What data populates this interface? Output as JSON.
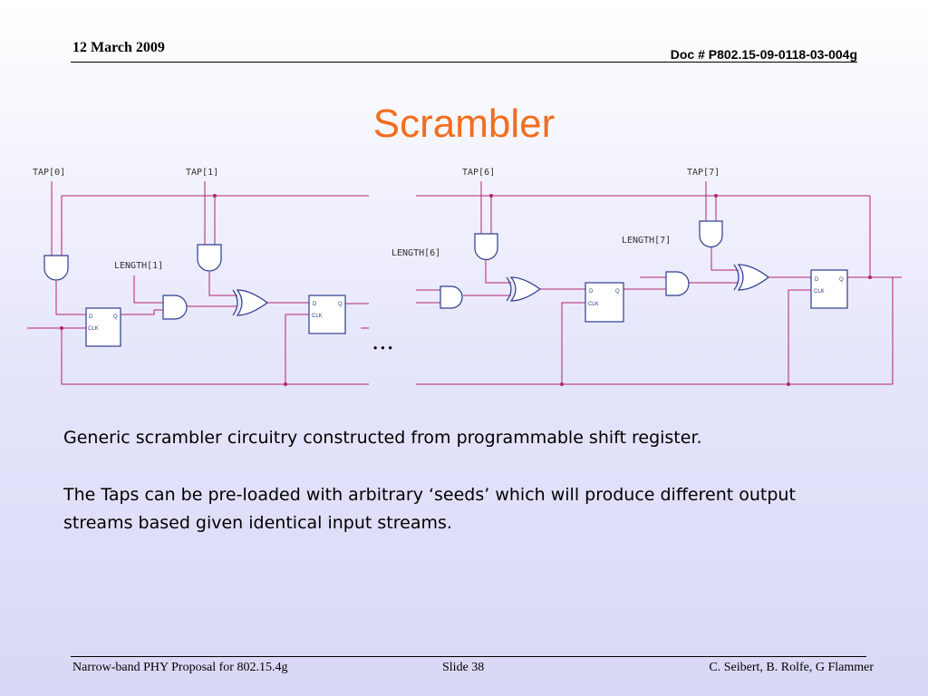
{
  "header": {
    "date": "12 March 2009",
    "doc": "Doc # P802.15-09-0118-03-004g"
  },
  "title": "Scrambler",
  "diagram": {
    "labels": {
      "tap0": "TAP[0]",
      "tap1": "TAP[1]",
      "tap6": "TAP[6]",
      "tap7": "TAP[7]",
      "length1": "LENGTH[1]",
      "length6": "LENGTH[6]",
      "length7": "LENGTH[7]"
    },
    "ellipsis": "...",
    "ff_labels": {
      "d": "D",
      "q": "Q",
      "clk": "CLK"
    },
    "colors": {
      "wire": "#b3246f",
      "gate": "#2c3d8f",
      "dot": "#b3246f"
    }
  },
  "body": {
    "p1": "Generic scrambler circuitry constructed from programmable shift register.",
    "p2": "The Taps can be pre-loaded with arbitrary ‘seeds’  which will produce different output streams based given identical input streams."
  },
  "footer": {
    "left": "Narrow-band PHY Proposal for 802.15.4g",
    "center": "Slide 38",
    "right": "C. Seibert, B. Rolfe, G Flammer"
  }
}
